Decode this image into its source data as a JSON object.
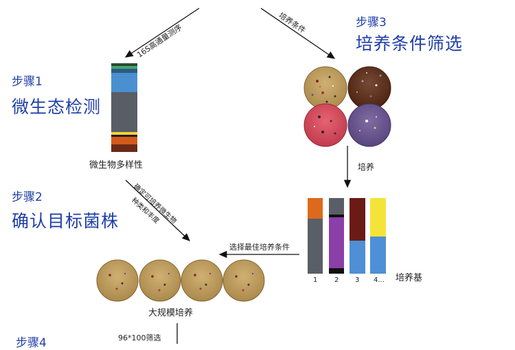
{
  "steps": [
    {
      "num": "步骤1",
      "title": "微生态检测"
    },
    {
      "num": "步骤2",
      "title": "确认目标菌株"
    },
    {
      "num": "步骤3",
      "title": "培养条件筛选"
    },
    {
      "num": "步骤4",
      "title": ""
    }
  ],
  "arrows": {
    "sequencing": "16S高通量测序",
    "culture_conditions": "培养条件",
    "culture": "培养",
    "confirm_line1": "确定可培养微生物",
    "confirm_line2": "种类和丰度",
    "select_best": "选择最佳培养条件",
    "screening": "96*100筛选"
  },
  "labels": {
    "diversity": "微生物多样性",
    "medium": "培养基",
    "large_scale": "大规模培养"
  },
  "medium_ticks": [
    "1",
    "2",
    "3",
    "4..."
  ],
  "colors": {
    "title_blue": "#1f3fa8",
    "diversity_segments": [
      "#2a4a33",
      "#4a8fd0",
      "#595d66",
      "#f4d23a",
      "#d35a1c",
      "#6a2a16"
    ],
    "plates": [
      "#c9a25a",
      "#5c2a12",
      "#e2475a",
      "#6a5294"
    ],
    "medium_bars": [
      [
        "#dd6a1c",
        "#5a5e66"
      ],
      [
        "#5a5e66",
        "#8b3fa8",
        "#111111"
      ],
      [
        "#6b1b16",
        "#4f8fd6"
      ],
      [
        "#f4e43a",
        "#4f8fd6"
      ]
    ]
  }
}
